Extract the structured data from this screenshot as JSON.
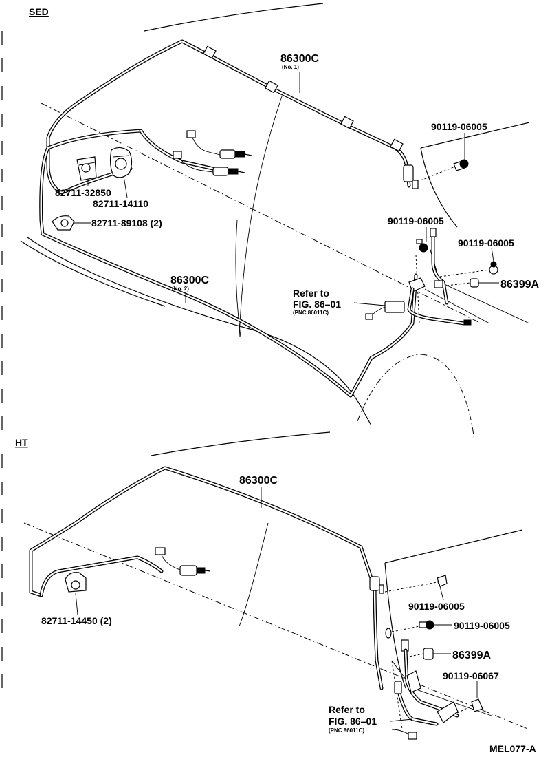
{
  "sections": {
    "sed": {
      "title": "SED",
      "callouts": {
        "cable_no1": {
          "part": "86300C",
          "note": "(No. 1)"
        },
        "cable_no2": {
          "part": "86300C",
          "note": "(No. 2)"
        },
        "clamp_a": "82711-32850",
        "clamp_b": "82711-14110",
        "clamp_c": "82711-89108 (2)",
        "screw_a": "90119-06005",
        "screw_b": "90119-06005",
        "screw_c": "90119-06005",
        "cap": "86399A",
        "refer": {
          "line1": "Refer to",
          "line2": "FIG. 86–01",
          "line3": "(PNC 86011C)"
        }
      }
    },
    "ht": {
      "title": "HT",
      "callouts": {
        "cable": "86300C",
        "clamp": "82711-14450 (2)",
        "screw_a": "90119-06005",
        "screw_b": "90119-06005",
        "cap": "86399A",
        "screw_c": "90119-06067",
        "refer": {
          "line1": "Refer to",
          "line2": "FIG. 86–01",
          "line3": "(PNC 86011C)"
        }
      }
    }
  },
  "figure_code": "MEL077-A"
}
